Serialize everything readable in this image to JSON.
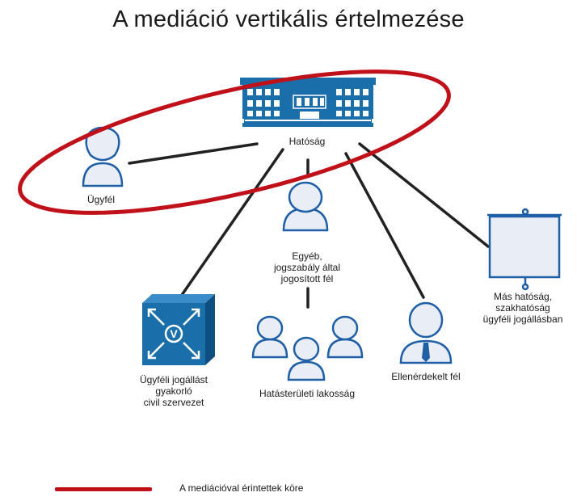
{
  "title": "A mediáció vertikális értelmezése",
  "nodes": {
    "authority": "Hatóság",
    "client": "Ügyfél",
    "other_party": "Egyéb,\njogszabály által\njogosított fél",
    "civil_org": "Ügyféli jogállást\ngyakorló\ncivil szervezet",
    "residents": "Hatásterületi lakosság",
    "opposing_party": "Ellenérdekelt fél",
    "other_authority": "Más hatóság,\nszakhatóság\nügyféli jogállásban"
  },
  "icons": {
    "authority": "building-icon",
    "client": "female-person-icon",
    "other_party": "person-icon",
    "civil_org": "civil-organization-cube-icon",
    "residents": "group-icon",
    "opposing_party": "businessman-icon",
    "other_authority": "projection-screen-icon"
  },
  "legend": {
    "label": "A mediációval érintettek  köre"
  },
  "colors": {
    "primary_blue": "#1a6fab",
    "ellipse_red": "#c0101a",
    "person_fill": "#e9eef6",
    "person_stroke": "#1f5fa6",
    "line": "#222222"
  }
}
